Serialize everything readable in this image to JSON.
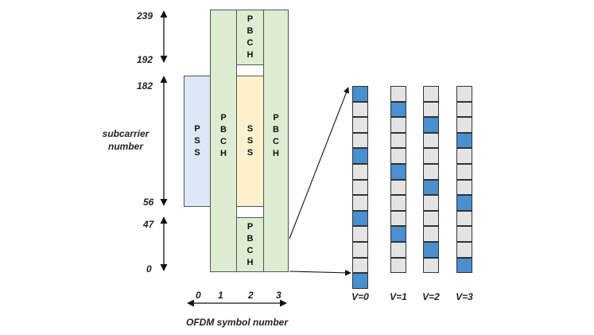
{
  "y_axis": {
    "ticks": [
      "239",
      "192",
      "182",
      "56",
      "47",
      "0"
    ],
    "label": "subcarrier\nnumber"
  },
  "x_axis": {
    "ticks": [
      "0",
      "1",
      "2",
      "3"
    ],
    "label": "OFDM symbol number"
  },
  "blocks": {
    "pss": "P\nS\nS",
    "pbch_left": "P\nB\nC\nH",
    "sss": "S\nS\nS",
    "pbch_right": "P\nB\nC\nH",
    "pbch_top": "P\nB\nC\nH",
    "pbch_bottom": "P\nB\nC\nH"
  },
  "colors": {
    "pss": "#dce8f5",
    "pbch": "#dcedd2",
    "sss": "#fdf0cc",
    "cell": "#e4e4e4",
    "dmrs": "#4a8fd0"
  },
  "dmrs_columns": [
    {
      "label": "V=0",
      "highlighted": [
        0,
        4,
        8,
        12
      ]
    },
    {
      "label": "V=1",
      "highlighted": [
        1,
        5,
        9
      ]
    },
    {
      "label": "V=2",
      "highlighted": [
        2,
        6,
        10
      ]
    },
    {
      "label": "V=3",
      "highlighted": [
        3,
        7,
        11
      ]
    }
  ]
}
